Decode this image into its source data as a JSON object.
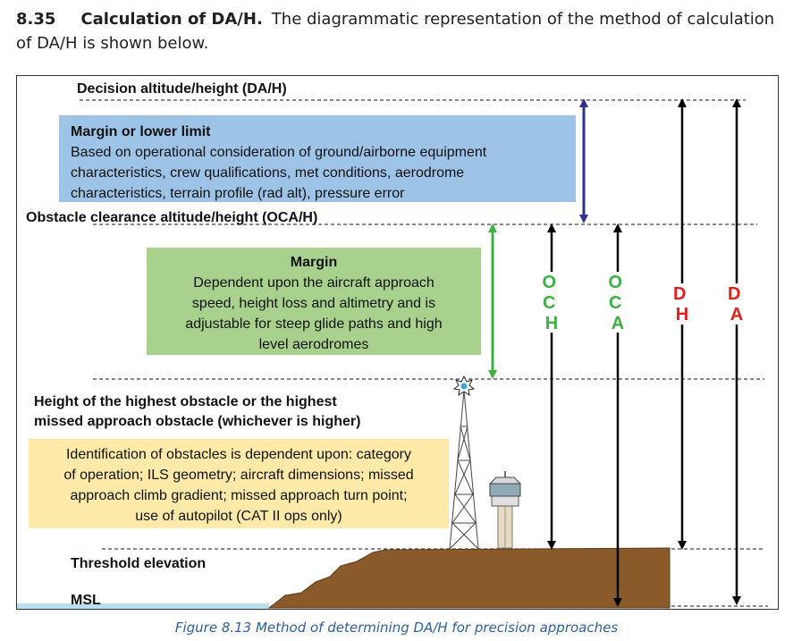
{
  "section": {
    "number": "8.35",
    "title": "Calculation of DA/H.",
    "text": "The diagrammatic representation of the method of calculation of DA/H is shown below."
  },
  "diagram": {
    "levels": {
      "da_h": "Decision altitude/height (DA/H)",
      "oca_h": "Obstacle clearance altitude/height (OCA/H)",
      "highest_obstacle_line1": "Height of the highest obstacle or the highest",
      "highest_obstacle_line2": "missed approach obstacle (whichever is higher)",
      "threshold": "Threshold elevation",
      "msl": "MSL"
    },
    "boxes": {
      "margin_lower": {
        "title": "Margin or lower limit",
        "lines": [
          "Based on operational consideration of ground/airborne equipment",
          "characteristics, crew qualifications, met conditions, aerodrome",
          "characteristics, terrain profile (rad alt), pressure error"
        ],
        "color": "#9dc3e6"
      },
      "margin": {
        "title": "Margin",
        "lines": [
          "Dependent upon the aircraft approach",
          "speed, height loss and altimetry and is",
          "adjustable for steep glide paths and high",
          "level aerodromes"
        ],
        "color": "#a9d18e"
      },
      "obstacles": {
        "lines": [
          "Identification of obstacles is dependent upon: category",
          "of operation; ILS geometry; aircraft dimensions; missed",
          "approach climb gradient; missed approach turn point;",
          "use of autopilot (CAT II ops only)"
        ],
        "color": "#fde9a8"
      }
    },
    "arrows": {
      "och": "OCH",
      "oca": "OCA",
      "dh": "DH",
      "da": "DA"
    },
    "colors": {
      "green": "#3cb043",
      "red": "#e0201b",
      "navy": "#2e3192",
      "terrain": "#8b5a2b"
    }
  },
  "caption": "Figure 8.13 Method of determining DA/H for precision approaches"
}
